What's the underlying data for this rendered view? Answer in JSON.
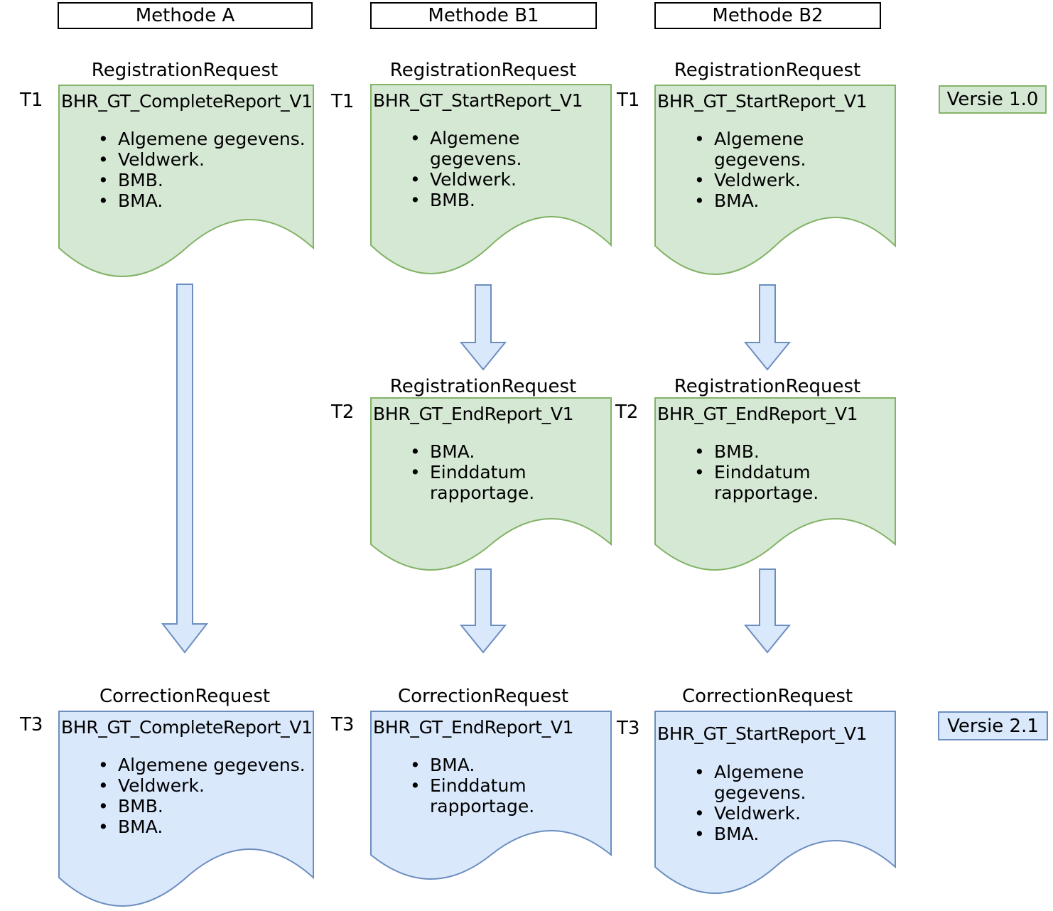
{
  "columns": {
    "a": {
      "header": "Methode A"
    },
    "b1": {
      "header": "Methode B1"
    },
    "b2": {
      "header": "Methode B2"
    }
  },
  "docs": {
    "a_t1": {
      "time": "T1",
      "request": "RegistrationRequest",
      "title": "BHR_GT_CompleteReport_V1",
      "bullets": [
        "Algemene gegevens.",
        "Veldwerk.",
        "BMB.",
        "BMA."
      ]
    },
    "b1_t1": {
      "time": "T1",
      "request": "RegistrationRequest",
      "title": "BHR_GT_StartReport_V1",
      "bullets": [
        "Algemene gegevens.",
        "Veldwerk.",
        "BMB."
      ]
    },
    "b2_t1": {
      "time": "T1",
      "request": "RegistrationRequest",
      "title": "BHR_GT_StartReport_V1",
      "bullets": [
        "Algemene gegevens.",
        "Veldwerk.",
        "BMA."
      ]
    },
    "b1_t2": {
      "time": "T2",
      "request": "RegistrationRequest",
      "title": "BHR_GT_EndReport_V1",
      "bullets": [
        "BMA.",
        "Einddatum rapportage."
      ]
    },
    "b2_t2": {
      "time": "T2",
      "request": "RegistrationRequest",
      "title": "BHR_GT_EndReport_V1",
      "bullets": [
        "BMB.",
        "Einddatum rapportage."
      ]
    },
    "a_t3": {
      "time": "T3",
      "request": "CorrectionRequest",
      "title": "BHR_GT_CompleteReport_V1",
      "bullets": [
        "Algemene gegevens.",
        "Veldwerk.",
        "BMB.",
        "BMA."
      ]
    },
    "b1_t3": {
      "time": "T3",
      "request": "CorrectionRequest",
      "title": "BHR_GT_EndReport_V1",
      "bullets": [
        "BMA.",
        "Einddatum rapportage."
      ]
    },
    "b2_t3": {
      "time": "T3",
      "request": "CorrectionRequest",
      "title": "BHR_GT_StartReport_V1",
      "bullets": [
        "Algemene gegevens.",
        "Veldwerk.",
        "BMA."
      ]
    }
  },
  "badges": {
    "v1": {
      "label": "Versie 1.0"
    },
    "v2": {
      "label": "Versie 2.1"
    }
  },
  "colors": {
    "doc_green_fill": "#d5e8d4",
    "doc_green_stroke": "#82b366",
    "doc_blue_fill": "#dae8fc",
    "doc_blue_stroke": "#6c8ebf",
    "arrow_fill": "#dae8fc",
    "arrow_stroke": "#6c8ebf",
    "header_border": "#000000",
    "text_color": "#000000"
  }
}
